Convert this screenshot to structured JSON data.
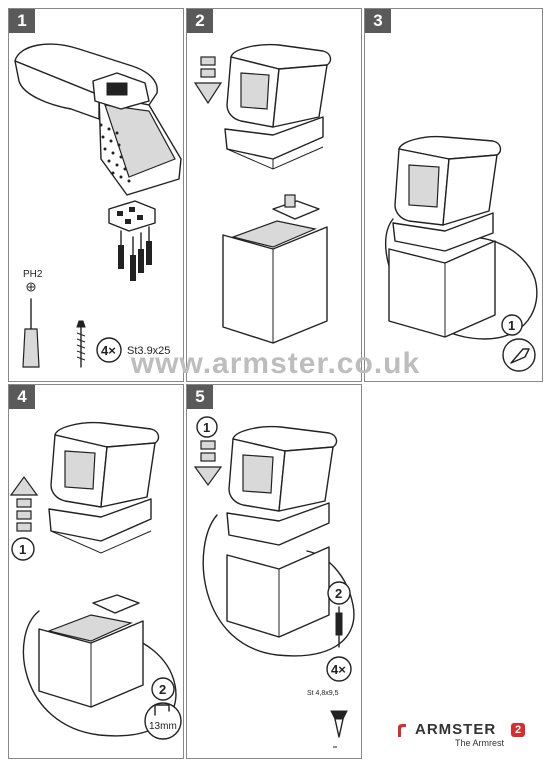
{
  "panels": [
    {
      "id": "1",
      "label": "1"
    },
    {
      "id": "2",
      "label": "2"
    },
    {
      "id": "3",
      "label": "3"
    },
    {
      "id": "4",
      "label": "4"
    },
    {
      "id": "5",
      "label": "5"
    }
  ],
  "step1": {
    "driver_type": "PH2",
    "screw_qty": "4×",
    "screw_spec": "St3.9x25"
  },
  "step3": {
    "callout": "1"
  },
  "step4": {
    "callout_1": "1",
    "callout_2": "2",
    "tool_size": "13mm"
  },
  "step5": {
    "callout_1": "1",
    "callout_2": "2",
    "screw_qty": "4×",
    "screw_spec": "St 4,8x9,5"
  },
  "watermark": "www.armster.co.uk",
  "brand": {
    "name": "ARMSTER",
    "model": "2",
    "tagline": "The Armrest",
    "accent_color": "#d62e2e"
  }
}
